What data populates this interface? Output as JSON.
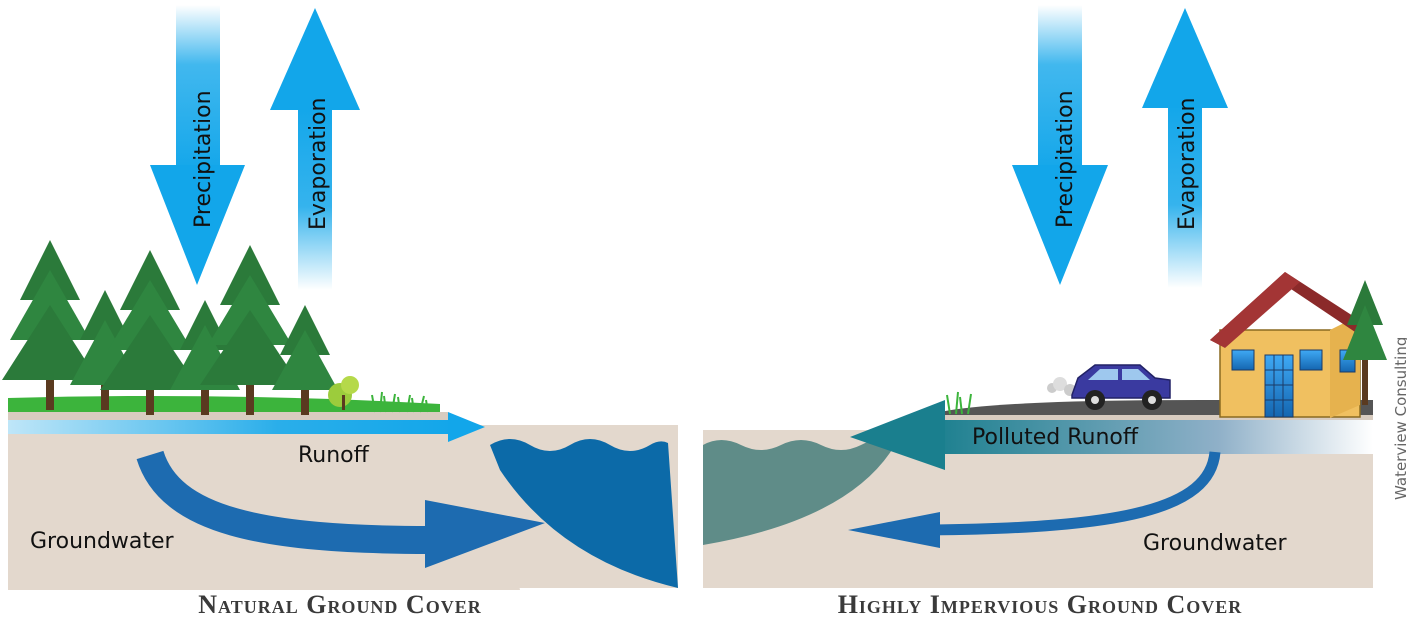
{
  "left_panel": {
    "precipitation_label": "Precipitation",
    "evaporation_label": "Evaporation",
    "runoff_label": "Runoff",
    "groundwater_label": "Groundwater",
    "caption": "Natural Ground Cover"
  },
  "right_panel": {
    "precipitation_label": "Precipitation",
    "evaporation_label": "Evaporation",
    "runoff_label": "Polluted Runoff",
    "groundwater_label": "Groundwater",
    "caption": "Highly Impervious Ground Cover"
  },
  "credit": "Waterview Consulting",
  "colors": {
    "arrow_blue": "#12a6ea",
    "water_blue": "#0c6aa8",
    "polluted_water": "#5f8c88",
    "soil": "#e3d8cd",
    "grass": "#3cb43c",
    "tree": "#2b7a3a",
    "house_wall": "#f0c060",
    "roof": "#8b2a2a",
    "car": "#3a3aa0"
  }
}
